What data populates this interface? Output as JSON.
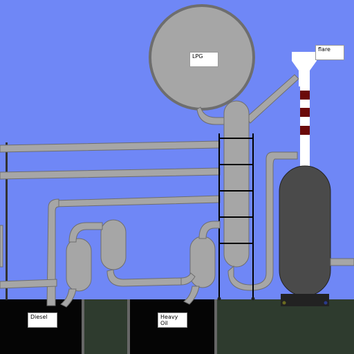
{
  "scene": {
    "labels": {
      "lpg": "LPG",
      "flare": "flare",
      "diesel": "Diesel",
      "heavy_oil": "Heavy\nOil"
    },
    "colors": {
      "sky": "#6f87f6",
      "ground": "#2e3b2e",
      "tank_pit": "#050505",
      "pipe": "#a6a6a6",
      "pipe_outline": "#6e6e6e",
      "vessel_dark": "#4a4a4a",
      "ladder": "#000000",
      "flare_stripe": "#6b0a0a",
      "flare_white": "#ffffff"
    }
  }
}
